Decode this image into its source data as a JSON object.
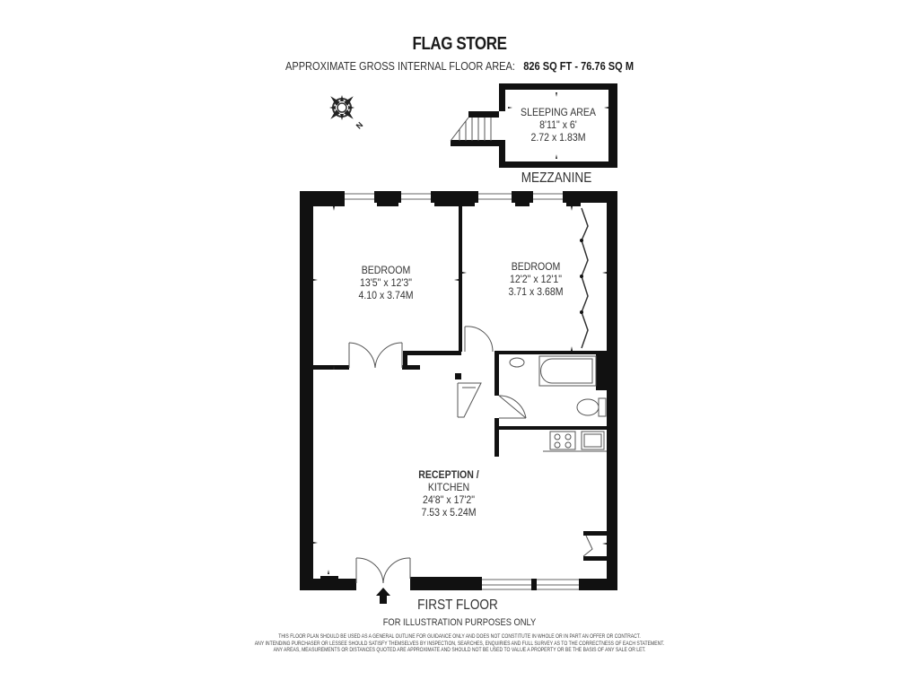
{
  "header": {
    "title": "FLAG STORE",
    "area_label": "APPROXIMATE GROSS INTERNAL FLOOR AREA:",
    "area_value": "826 SQ FT  -  76.76 SQ M"
  },
  "compass": {
    "icon": "compass-rose-icon",
    "north_label": "N"
  },
  "mezzanine": {
    "level_label": "MEZZANINE",
    "rooms": [
      {
        "name": "SLEEPING AREA",
        "imperial": "8'11\" x 6'",
        "metric": "2.72 x 1.83M"
      }
    ]
  },
  "first_floor": {
    "level_label": "FIRST FLOOR",
    "rooms": [
      {
        "name": "BEDROOM",
        "imperial": "13'5\" x 12'3\"",
        "metric": "4.10 x 3.74M"
      },
      {
        "name": "BEDROOM",
        "imperial": "12'2\" x 12'1\"",
        "metric": "3.71 x 3.68M"
      },
      {
        "name": "RECEPTION /",
        "name2": "KITCHEN",
        "imperial": "24'8\" x 17'2\"",
        "metric": "7.53 x 5.24M"
      }
    ],
    "entrance_icon": "entrance-arrow-icon"
  },
  "footer": {
    "illustration_note": "FOR ILLUSTRATION PURPOSES ONLY",
    "disclaimer": [
      "THIS FLOOR PLAN SHOULD BE USED AS A GENERAL OUTLINE FOR GUIDANCE ONLY AND DOES NOT CONSTITUTE IN WHOLE OR IN PART AN OFFER OR CONTRACT.",
      "ANY INTENDING PURCHASER OR LESSEE SHOULD SATISFY THEMSELVES BY INSPECTION, SEARCHES, ENQUIRIES AND FULL SURVEY AS TO THE CORRECTNESS OF EACH STATEMENT.",
      "ANY AREAS, MEASUREMENTS OR DISTANCES QUOTED ARE APPROXIMATE AND SHOULD NOT BE USED TO VALUE A PROPERTY OR BE THE BASIS OF ANY SALE OR LET."
    ]
  },
  "colors": {
    "wall": "#111111",
    "line": "#555555",
    "text": "#333333",
    "background": "#ffffff"
  }
}
